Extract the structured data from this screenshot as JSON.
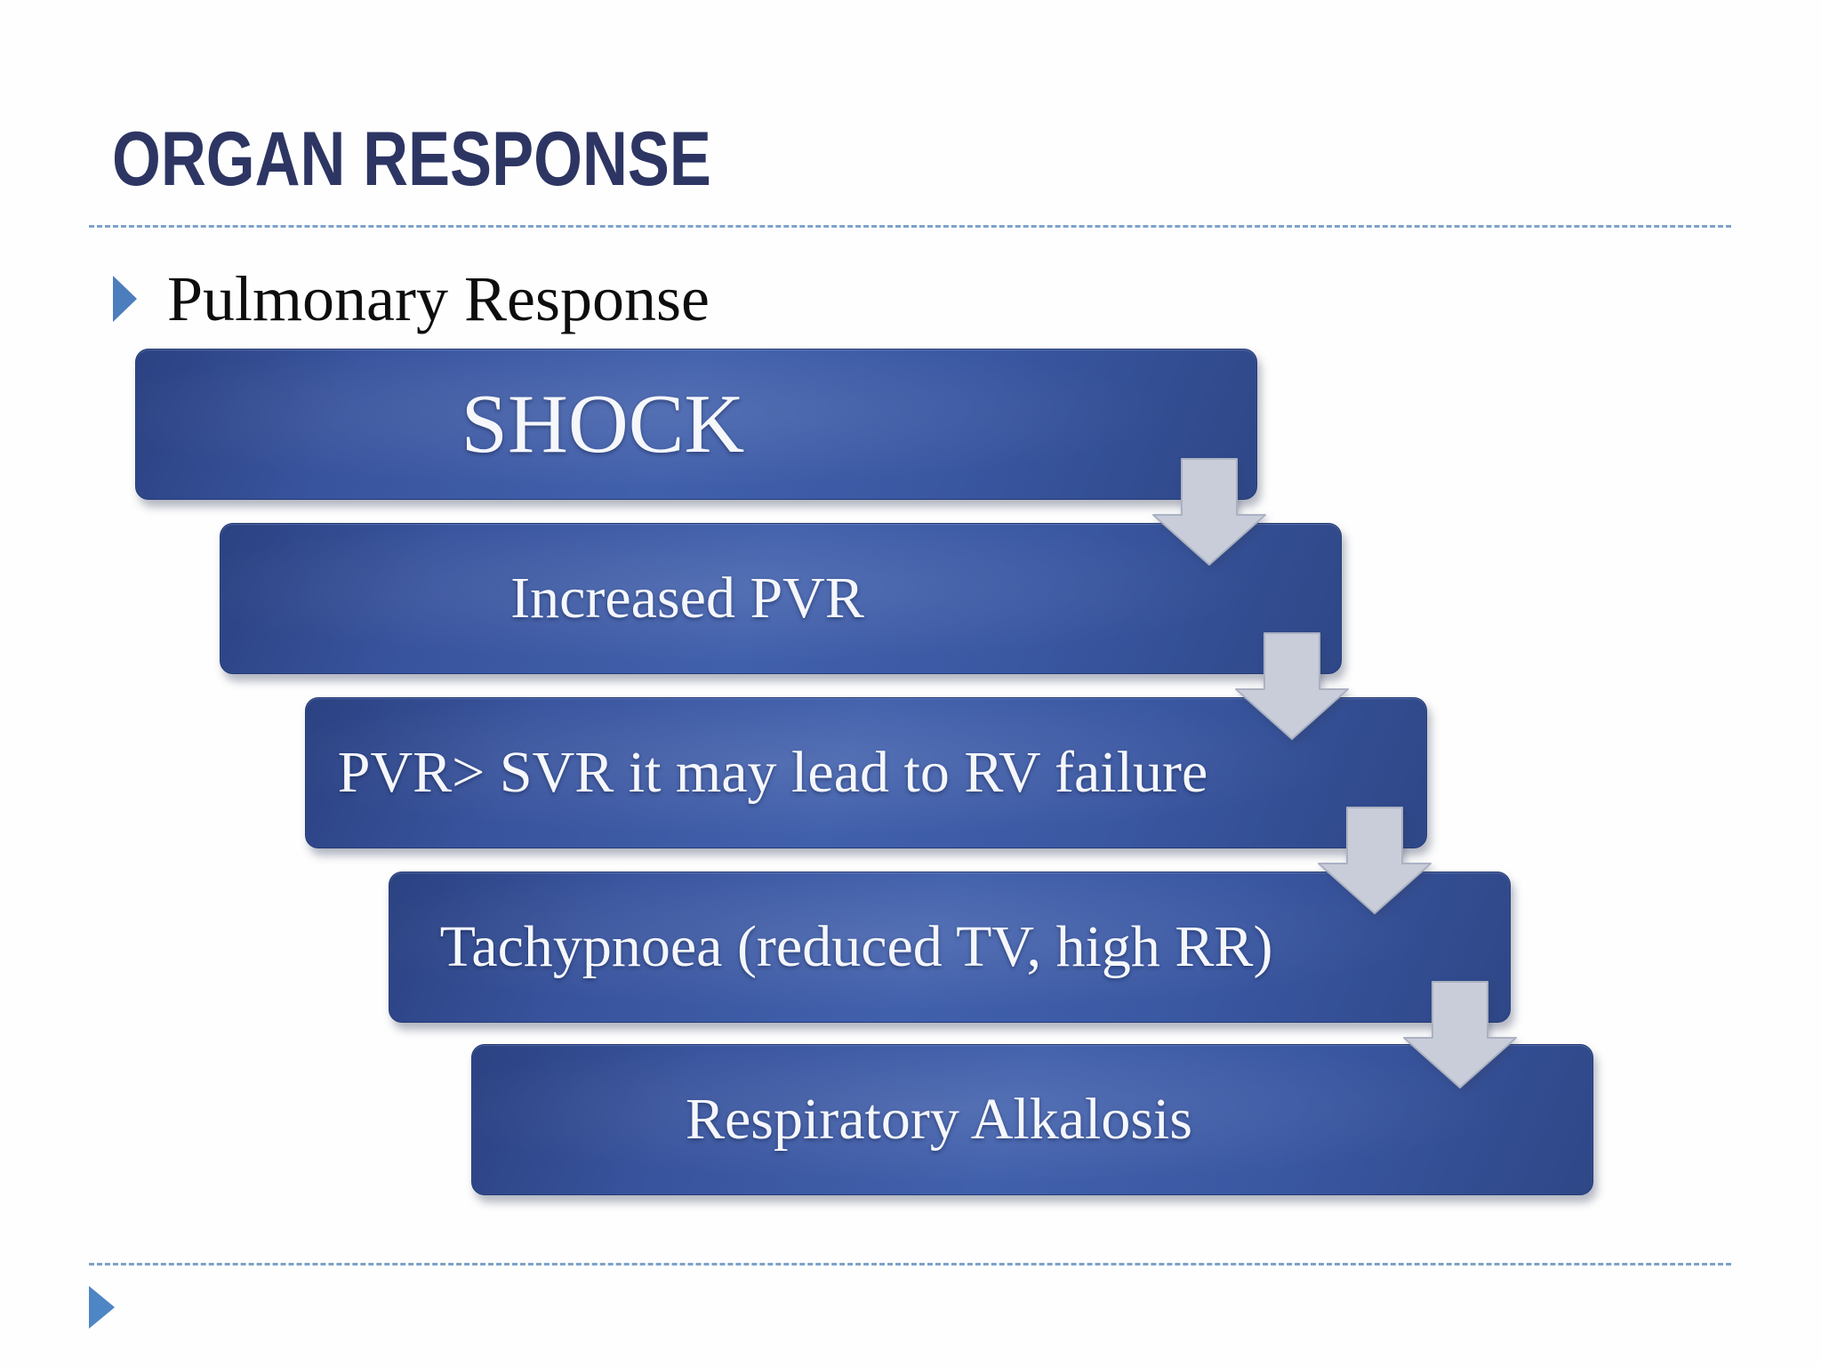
{
  "slide": {
    "title": "ORGAN RESPONSE",
    "bullet_text": "Pulmonary Response"
  },
  "diagram": {
    "type": "step-down-process",
    "connector": "down-arrow",
    "steps": [
      "SHOCK",
      "Increased PVR",
      "PVR> SVR it may lead to RV failure",
      "Tachypnoea (reduced TV, high RR)",
      "Respiratory Alkalosis"
    ]
  },
  "colors": {
    "title_text": "#2d3563",
    "box_blue_mid": "#4160ac",
    "box_blue_dark": "#2b4282",
    "box_text": "#f5f7fb",
    "arrow_gray": "#c9cdd9",
    "dashed_line": "#7ca3c8",
    "bullet_marker": "#4c7dbd",
    "footer_marker": "#4e85c4"
  }
}
